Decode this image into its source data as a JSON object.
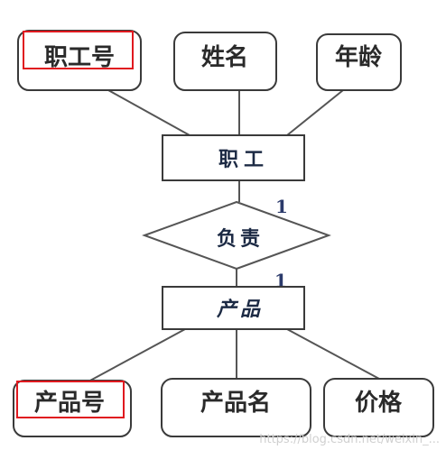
{
  "entities": {
    "employee": "职工",
    "product": "产品"
  },
  "relationship": {
    "label": "负责",
    "card_top": "1",
    "card_bottom": "1"
  },
  "attributes": {
    "employee_id": "职工号",
    "name": "姓名",
    "age": "年龄",
    "product_id": "产品号",
    "product_name": "产品名",
    "price": "价格"
  },
  "colors": {
    "highlight": "#e0191f",
    "stroke": "#3a3a3a",
    "line": "#555555"
  },
  "watermark": "https://blog.csdn.net/weixin_..."
}
